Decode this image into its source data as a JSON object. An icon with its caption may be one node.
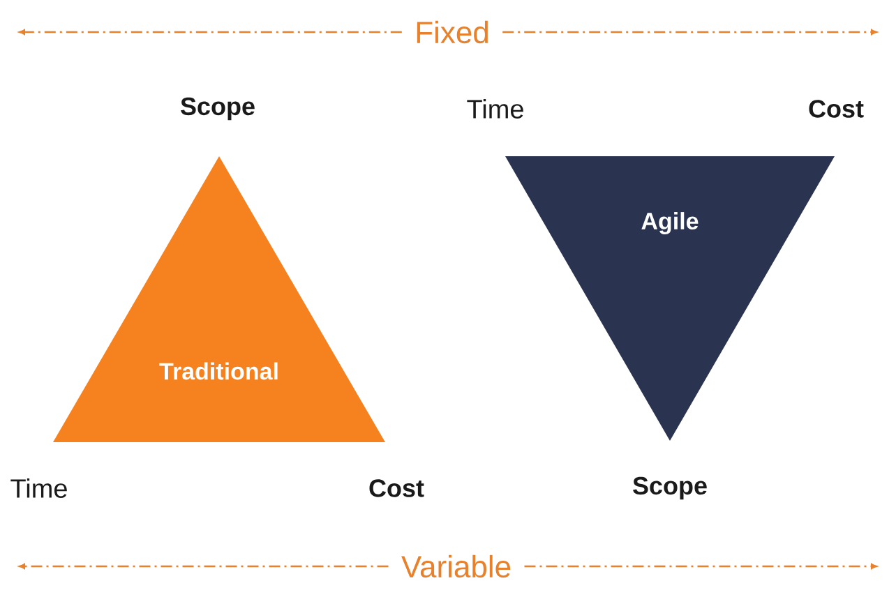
{
  "diagram": {
    "nodes": [
      {
        "text": [
          "Traditional"
        ],
        "beside": [
          "Scope",
          "Time",
          "Cost"
        ]
      },
      {
        "text": [
          "Agile"
        ],
        "beside": [
          "Time",
          "Cost",
          "Scope"
        ]
      }
    ],
    "labels": [
      "Fixed",
      "Variable"
    ]
  }
}
